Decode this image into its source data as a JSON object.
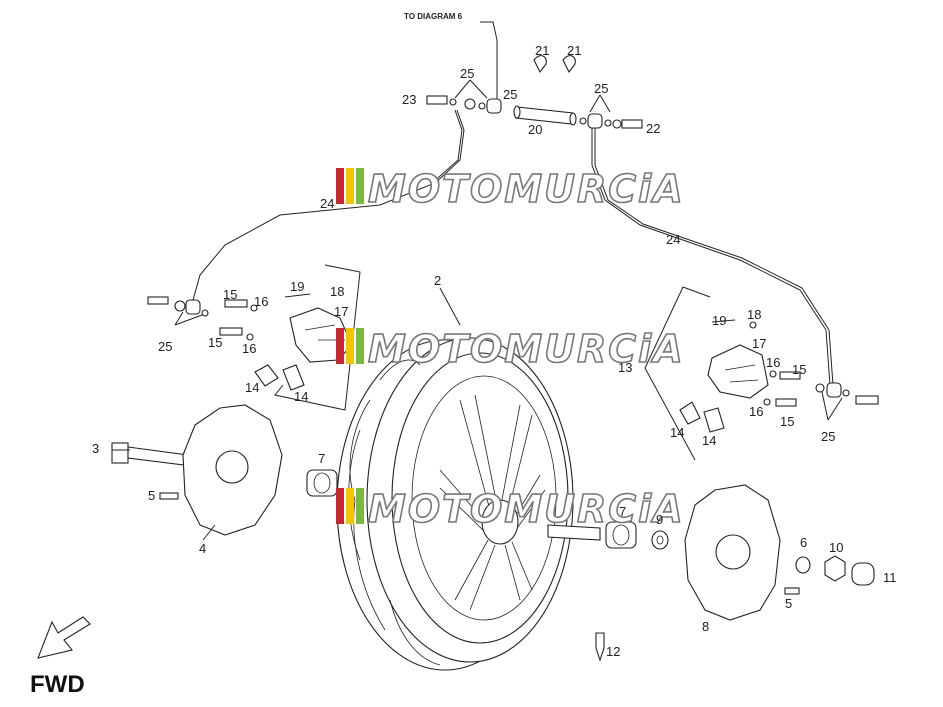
{
  "top_note": "TO DIAGRAM 6",
  "watermark": "MOTOMURCiA",
  "watermark_colors": [
    "#c8262c",
    "#f2c500",
    "#79b843"
  ],
  "direction_label": "FWD",
  "labels": {
    "n2": "2",
    "n3": "3",
    "n4": "4",
    "n5a": "5",
    "n5b": "5",
    "n6": "6",
    "n7a": "7",
    "n7b": "7",
    "n8": "8",
    "n9": "9",
    "n10": "10",
    "n11": "11",
    "n12": "12",
    "n13": "13",
    "n14a": "14",
    "n14b": "14",
    "n14c": "14",
    "n14d": "14",
    "n15a": "15",
    "n15b": "15",
    "n15c": "15",
    "n15d": "15",
    "n16a": "16",
    "n16b": "16",
    "n16c": "16",
    "n16d": "16",
    "n17a": "17",
    "n17b": "17",
    "n18a": "18",
    "n18b": "18",
    "n19a": "19",
    "n19b": "19",
    "n20": "20",
    "n21a": "21",
    "n21b": "21",
    "n22": "22",
    "n23": "23",
    "n24a": "24",
    "n24b": "24",
    "n25a": "25",
    "n25b": "25",
    "n25c": "25",
    "n25d": "25",
    "n25e": "25"
  }
}
